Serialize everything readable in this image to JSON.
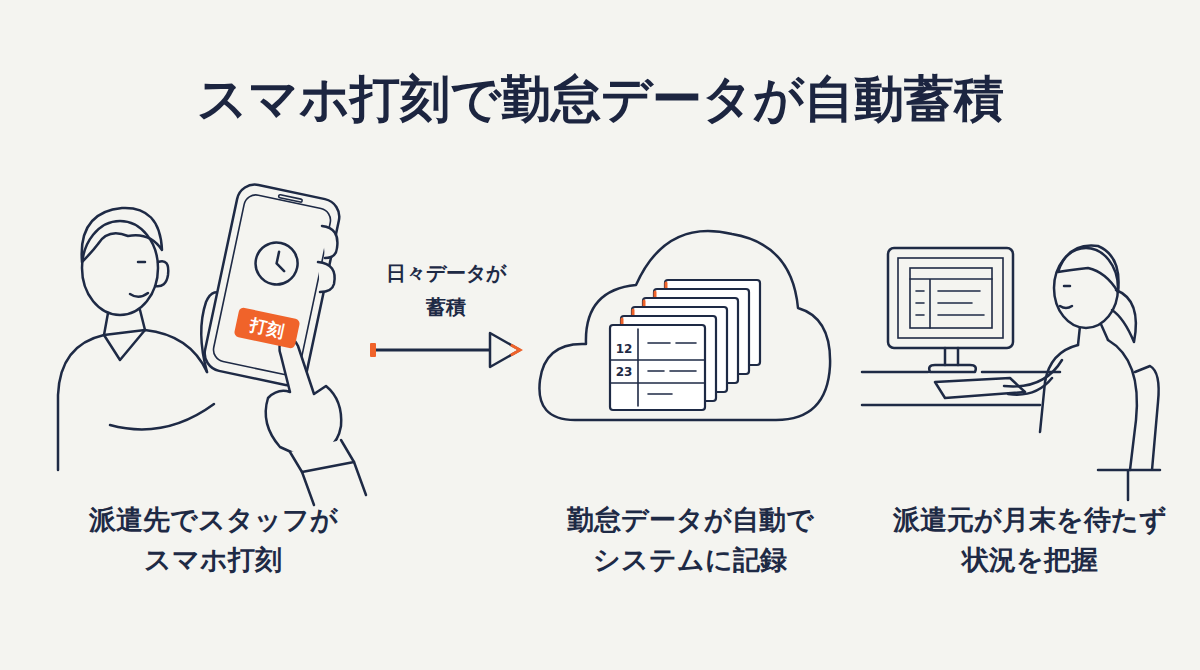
{
  "diagram": {
    "title": "スマホ打刻で勤怠データが自動蓄積",
    "nodes": [
      {
        "text": [
          "派遣先でスタッフが スマホ打刻"
        ]
      },
      {
        "text": [
          "打刻"
        ],
        "in": 0
      },
      {
        "text": [
          "勤怠データが自動で システムに記録"
        ]
      },
      {
        "text": [
          "12",
          "23"
        ],
        "in": 2
      },
      {
        "text": [
          "派遣元が月末を待たず 状況を把握"
        ]
      }
    ],
    "edges": [
      {
        "from": 0,
        "to": 2,
        "arrow": "to",
        "label": "日々データが 蓄積"
      }
    ]
  }
}
